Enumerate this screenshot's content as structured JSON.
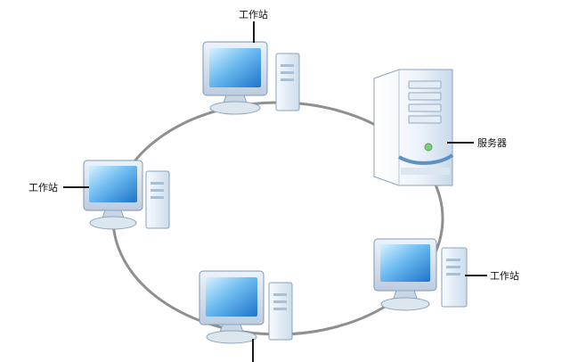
{
  "diagram": {
    "labels": {
      "workstation_top": "工作站",
      "workstation_left": "工作站",
      "workstation_right": "工作站",
      "server": "服务器"
    },
    "colors": {
      "ring": "#8f8f8f",
      "leader_line": "#1a1a1a",
      "screen_blue": "#2f8fe0",
      "screen_light": "#bfe5ff",
      "case_light": "#eef5fb",
      "case_shade": "#c7d7e6",
      "server_accent": "#5c91c4",
      "server_light": "#f2f6fb"
    }
  }
}
